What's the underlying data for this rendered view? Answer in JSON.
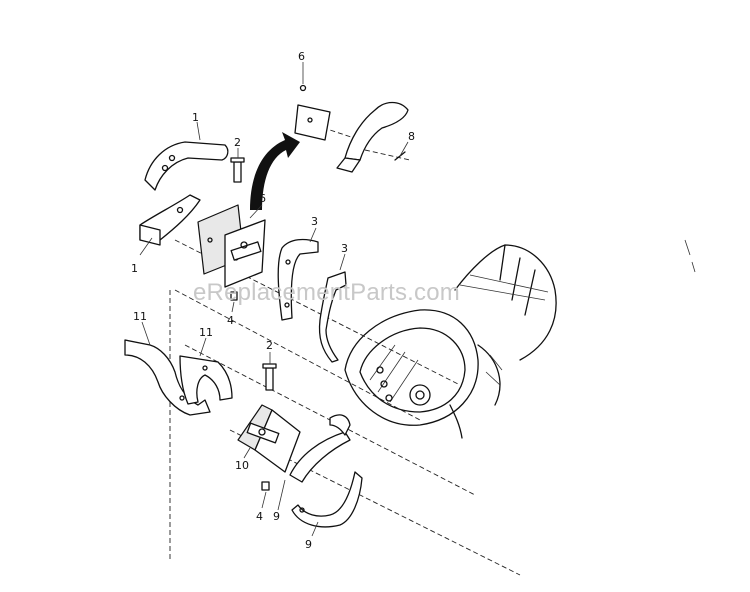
{
  "watermark": "eReplacementParts.com",
  "callouts": {
    "c1a": "1",
    "c1b": "1",
    "c2a": "2",
    "c2b": "2",
    "c3a": "3",
    "c3b": "3",
    "c4a": "4",
    "c4b": "4",
    "c6a": "6",
    "c6b": "6",
    "c8": "8",
    "c9a": "9",
    "c9b": "9",
    "c10": "10",
    "c11a": "11",
    "c11b": "11"
  }
}
